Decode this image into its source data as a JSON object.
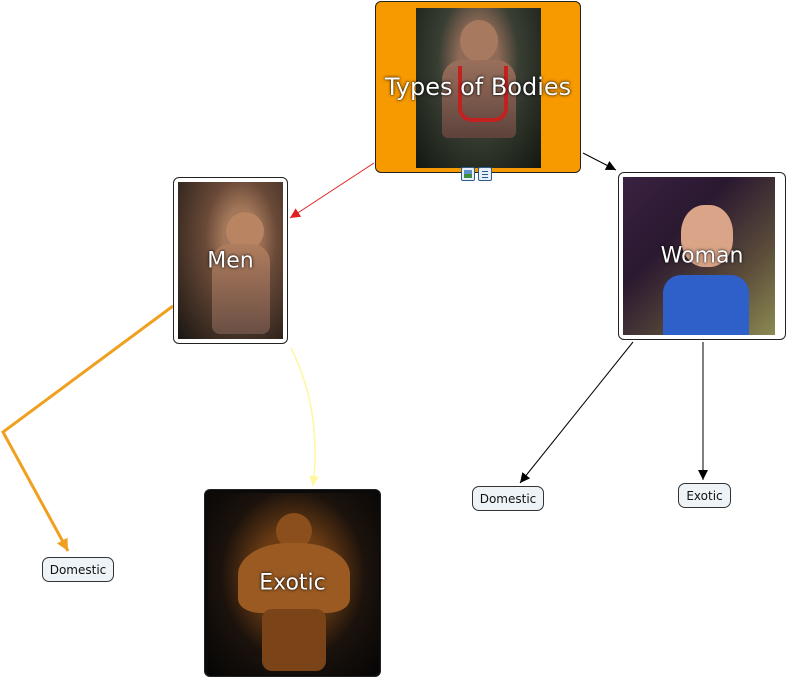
{
  "concept_map": {
    "root": {
      "label": "Types of Bodies",
      "color": "#f79a00"
    },
    "men": {
      "label": "Men"
    },
    "woman": {
      "label": "Woman"
    },
    "men_exotic": {
      "label": "Exotic"
    },
    "men_domestic": {
      "label": "Domestic"
    },
    "woman_domestic": {
      "label": "Domestic"
    },
    "woman_exotic": {
      "label": "Exotic"
    },
    "link_colors": {
      "root_to_men": "#e02020",
      "root_to_woman": "#000000",
      "men_to_domestic": "#f0a020",
      "men_to_exotic": "#fff6a0",
      "woman_to_children": "#000000"
    },
    "root_icons": [
      "image-icon",
      "document-icon"
    ]
  }
}
